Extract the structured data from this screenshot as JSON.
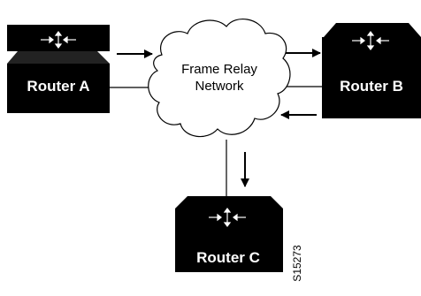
{
  "routers": {
    "a": {
      "label": "Router A"
    },
    "b": {
      "label": "Router B"
    },
    "c": {
      "label": "Router C"
    }
  },
  "cloud": {
    "line1": "Frame Relay",
    "line2": "Network"
  },
  "figure_id": "S15273",
  "colors": {
    "router_body": "#000000",
    "router_top": "#2a2a2a",
    "line": "#000000",
    "cloud_outline": "#000000"
  },
  "icons": {
    "router_top": "router-arrows-icon"
  }
}
